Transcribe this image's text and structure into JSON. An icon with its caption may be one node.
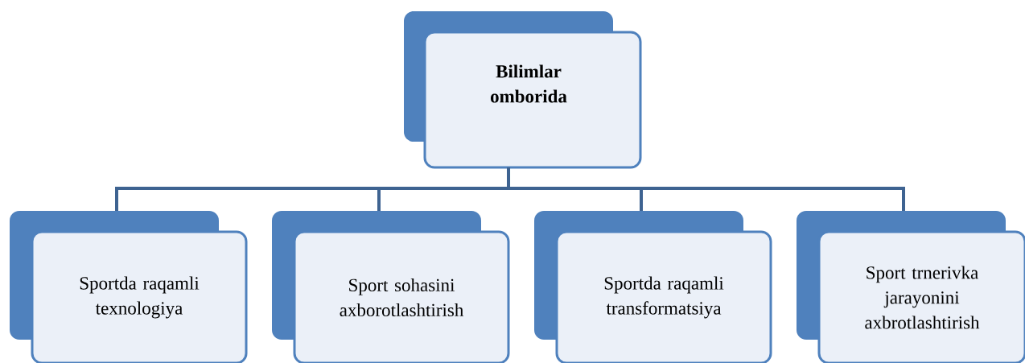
{
  "diagram": {
    "nodes": [
      {
        "text": [
          "Bilimlar omborida"
        ]
      },
      {
        "text": [
          "Sportda raqamli texnologiya"
        ]
      },
      {
        "text": [
          "Sport sohasini axborotlashtirish"
        ]
      },
      {
        "text": [
          "Sportda raqamli transformatsiya"
        ]
      },
      {
        "text": [
          "Sport trnerivka jarayonini axbrotlashtirish"
        ]
      }
    ],
    "edges": [
      {
        "from": 0,
        "to": 1,
        "arrow": "none"
      },
      {
        "from": 0,
        "to": 2,
        "arrow": "none"
      },
      {
        "from": 0,
        "to": 3,
        "arrow": "none"
      },
      {
        "from": 0,
        "to": 4,
        "arrow": "none"
      }
    ]
  }
}
